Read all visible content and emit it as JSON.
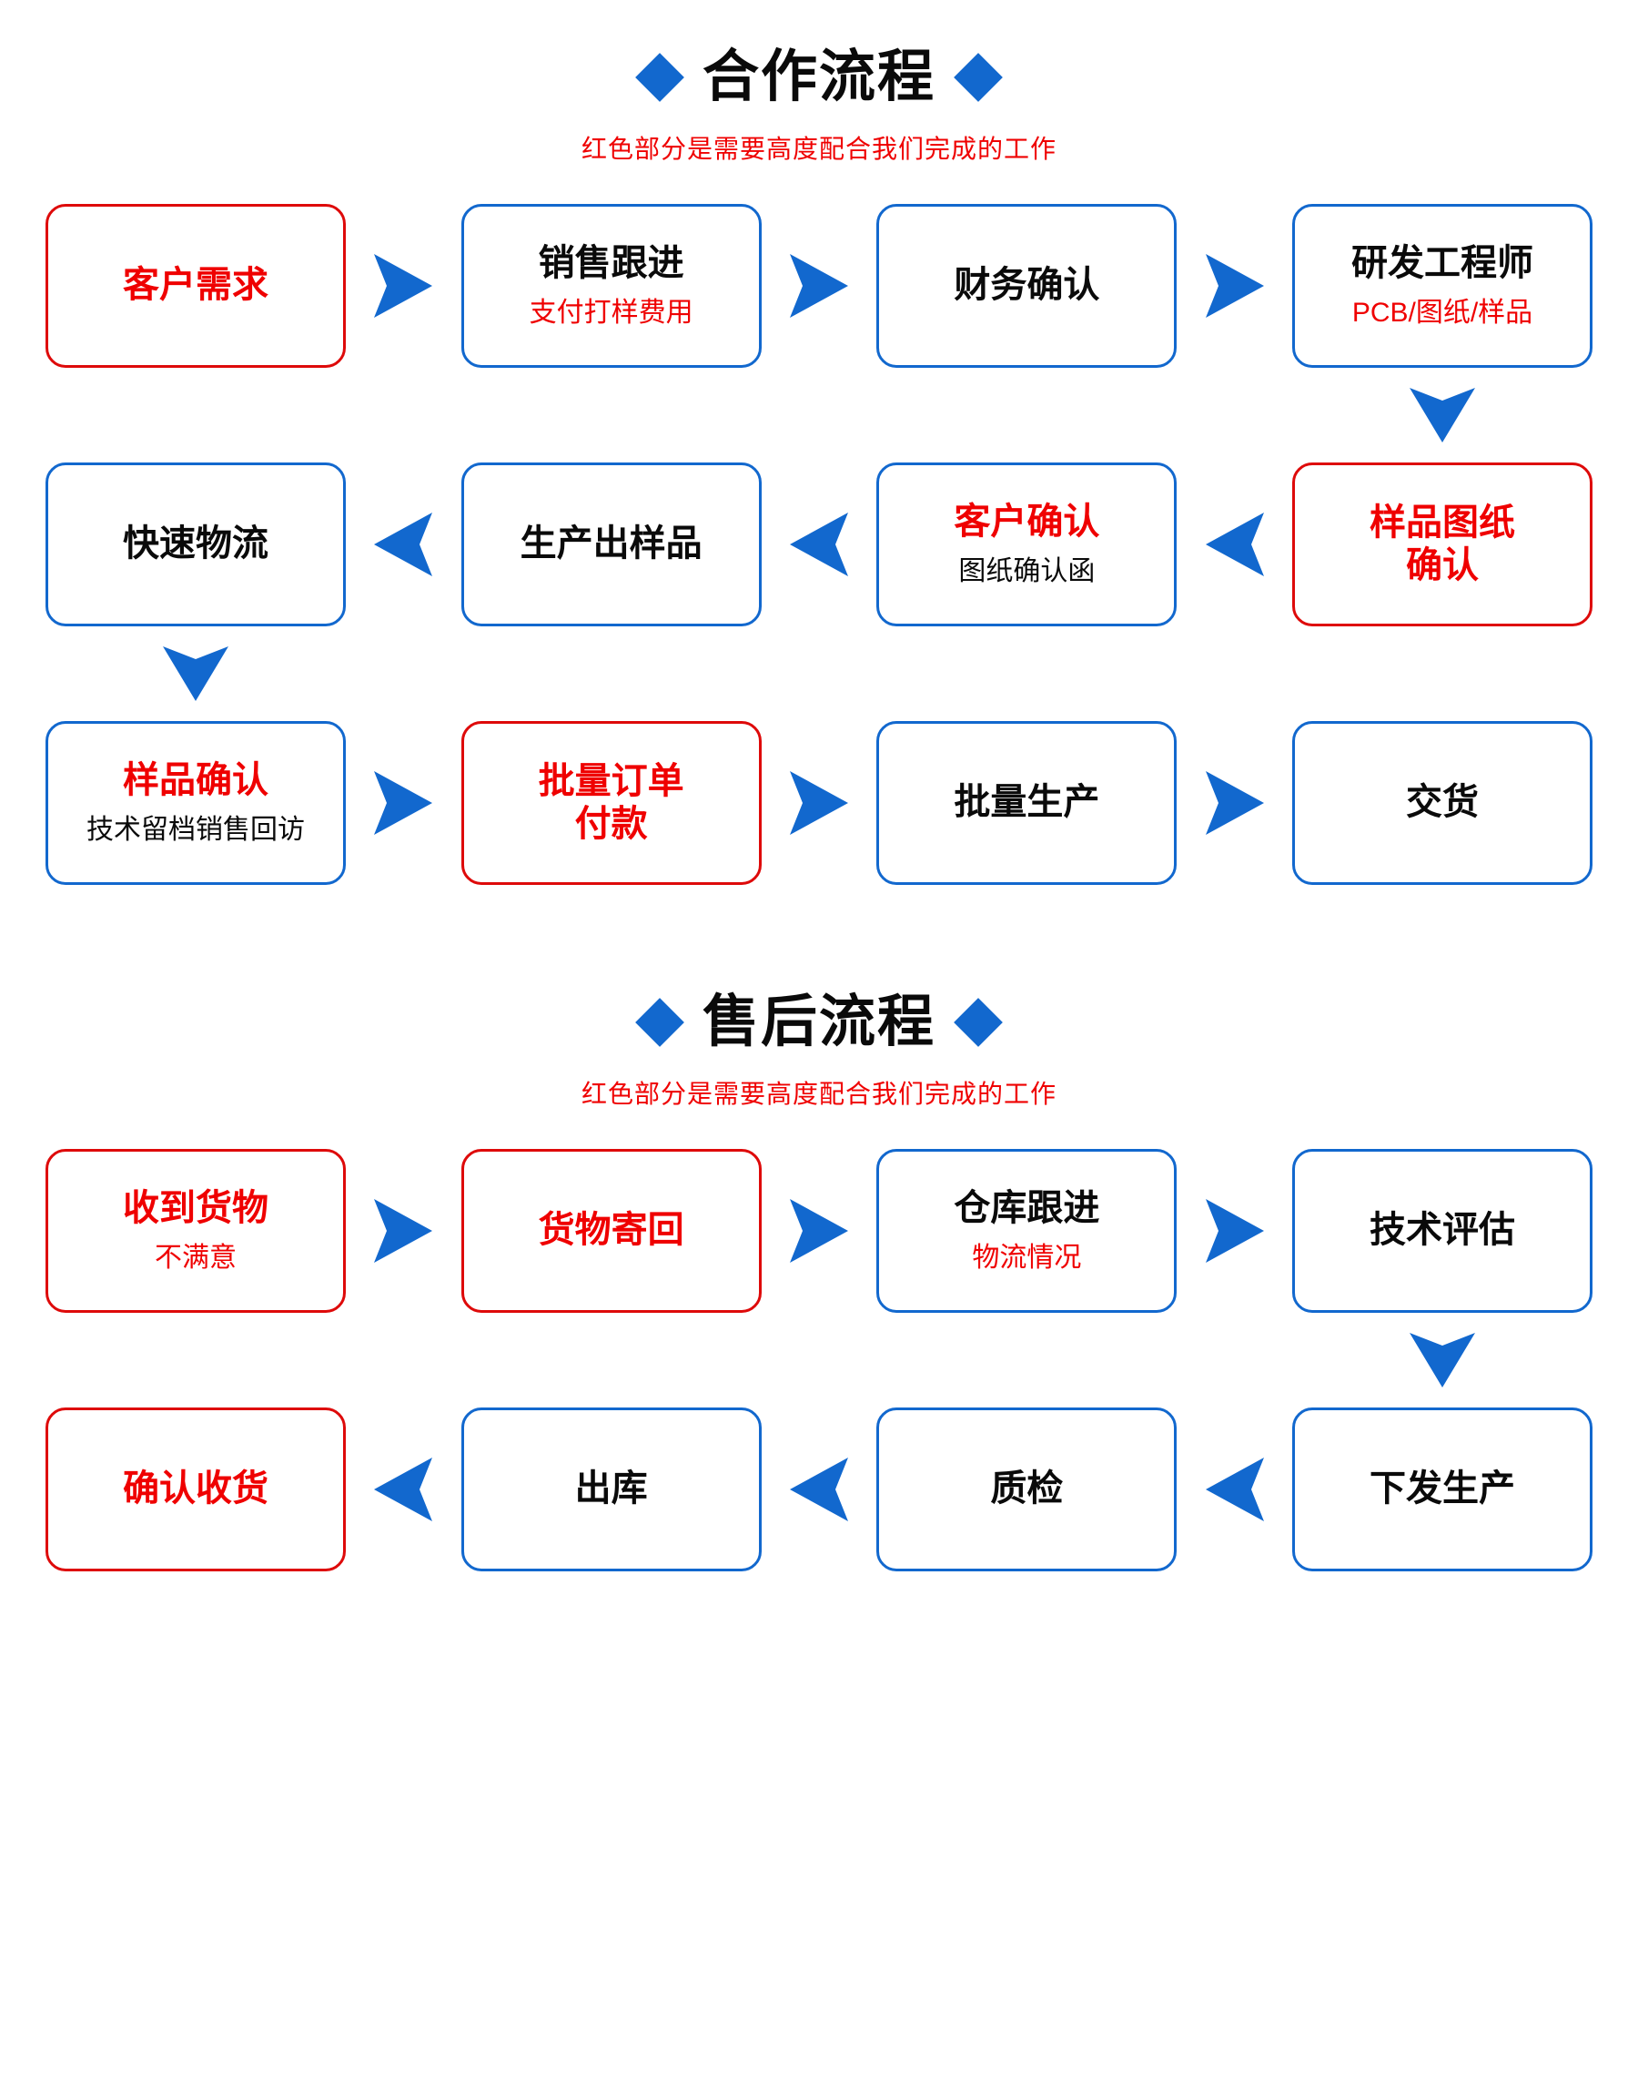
{
  "page": {
    "background": "#ffffff",
    "accent_blue": "#1268ce",
    "accent_red": "#ef0000"
  },
  "sections": [
    {
      "id": "cooperation",
      "title": "合作流程",
      "subtitle": "红色部分是需要高度配合我们完成的工作",
      "rows": [
        {
          "direction": "ltr",
          "boxes": [
            {
              "title": "客户需求",
              "sub": "",
              "border": "red",
              "title_color": "red",
              "sub_color": "red"
            },
            {
              "title": "销售跟进",
              "sub": "支付打样费用",
              "border": "blue",
              "title_color": "black",
              "sub_color": "red"
            },
            {
              "title": "财务确认",
              "sub": "",
              "border": "blue",
              "title_color": "black",
              "sub_color": "red"
            },
            {
              "title": "研发工程师",
              "sub": "PCB/图纸/样品",
              "border": "blue",
              "title_color": "black",
              "sub_color": "red"
            }
          ]
        },
        {
          "direction": "rtl",
          "boxes": [
            {
              "title": "样品图纸\n确认",
              "sub": "",
              "border": "red",
              "title_color": "red",
              "sub_color": "red"
            },
            {
              "title": "客户确认",
              "sub": "图纸确认函",
              "border": "blue",
              "title_color": "red",
              "sub_color": "black"
            },
            {
              "title": "生产出样品",
              "sub": "",
              "border": "blue",
              "title_color": "black",
              "sub_color": "black"
            },
            {
              "title": "快速物流",
              "sub": "",
              "border": "blue",
              "title_color": "black",
              "sub_color": "black"
            }
          ]
        },
        {
          "direction": "ltr",
          "boxes": [
            {
              "title": "样品确认",
              "sub": "技术留档销售回访",
              "border": "blue",
              "title_color": "red",
              "sub_color": "black"
            },
            {
              "title": "批量订单\n付款",
              "sub": "",
              "border": "red",
              "title_color": "red",
              "sub_color": "red"
            },
            {
              "title": "批量生产",
              "sub": "",
              "border": "blue",
              "title_color": "black",
              "sub_color": "black"
            },
            {
              "title": "交货",
              "sub": "",
              "border": "blue",
              "title_color": "black",
              "sub_color": "black"
            }
          ]
        }
      ],
      "connector_down_after_row1": "right",
      "connector_down_after_row2": "left"
    },
    {
      "id": "after-sales",
      "title": "售后流程",
      "subtitle": "红色部分是需要高度配合我们完成的工作",
      "rows": [
        {
          "direction": "ltr",
          "boxes": [
            {
              "title": "收到货物",
              "sub": "不满意",
              "border": "red",
              "title_color": "red",
              "sub_color": "red"
            },
            {
              "title": "货物寄回",
              "sub": "",
              "border": "red",
              "title_color": "red",
              "sub_color": "red"
            },
            {
              "title": "仓库跟进",
              "sub": "物流情况",
              "border": "blue",
              "title_color": "black",
              "sub_color": "red"
            },
            {
              "title": "技术评估",
              "sub": "",
              "border": "blue",
              "title_color": "black",
              "sub_color": "black"
            }
          ]
        },
        {
          "direction": "rtl",
          "boxes": [
            {
              "title": "下发生产",
              "sub": "",
              "border": "blue",
              "title_color": "black",
              "sub_color": "black"
            },
            {
              "title": "质检",
              "sub": "",
              "border": "blue",
              "title_color": "black",
              "sub_color": "black"
            },
            {
              "title": "出库",
              "sub": "",
              "border": "blue",
              "title_color": "black",
              "sub_color": "black"
            },
            {
              "title": "确认收货",
              "sub": "",
              "border": "red",
              "title_color": "red",
              "sub_color": "red"
            }
          ]
        }
      ],
      "connector_down_after_row1": "right"
    }
  ],
  "icons": {
    "diamond": "diamond-icon",
    "arrow_right": "arrow-right-icon",
    "arrow_left": "arrow-left-icon",
    "arrow_down": "arrow-down-icon"
  }
}
